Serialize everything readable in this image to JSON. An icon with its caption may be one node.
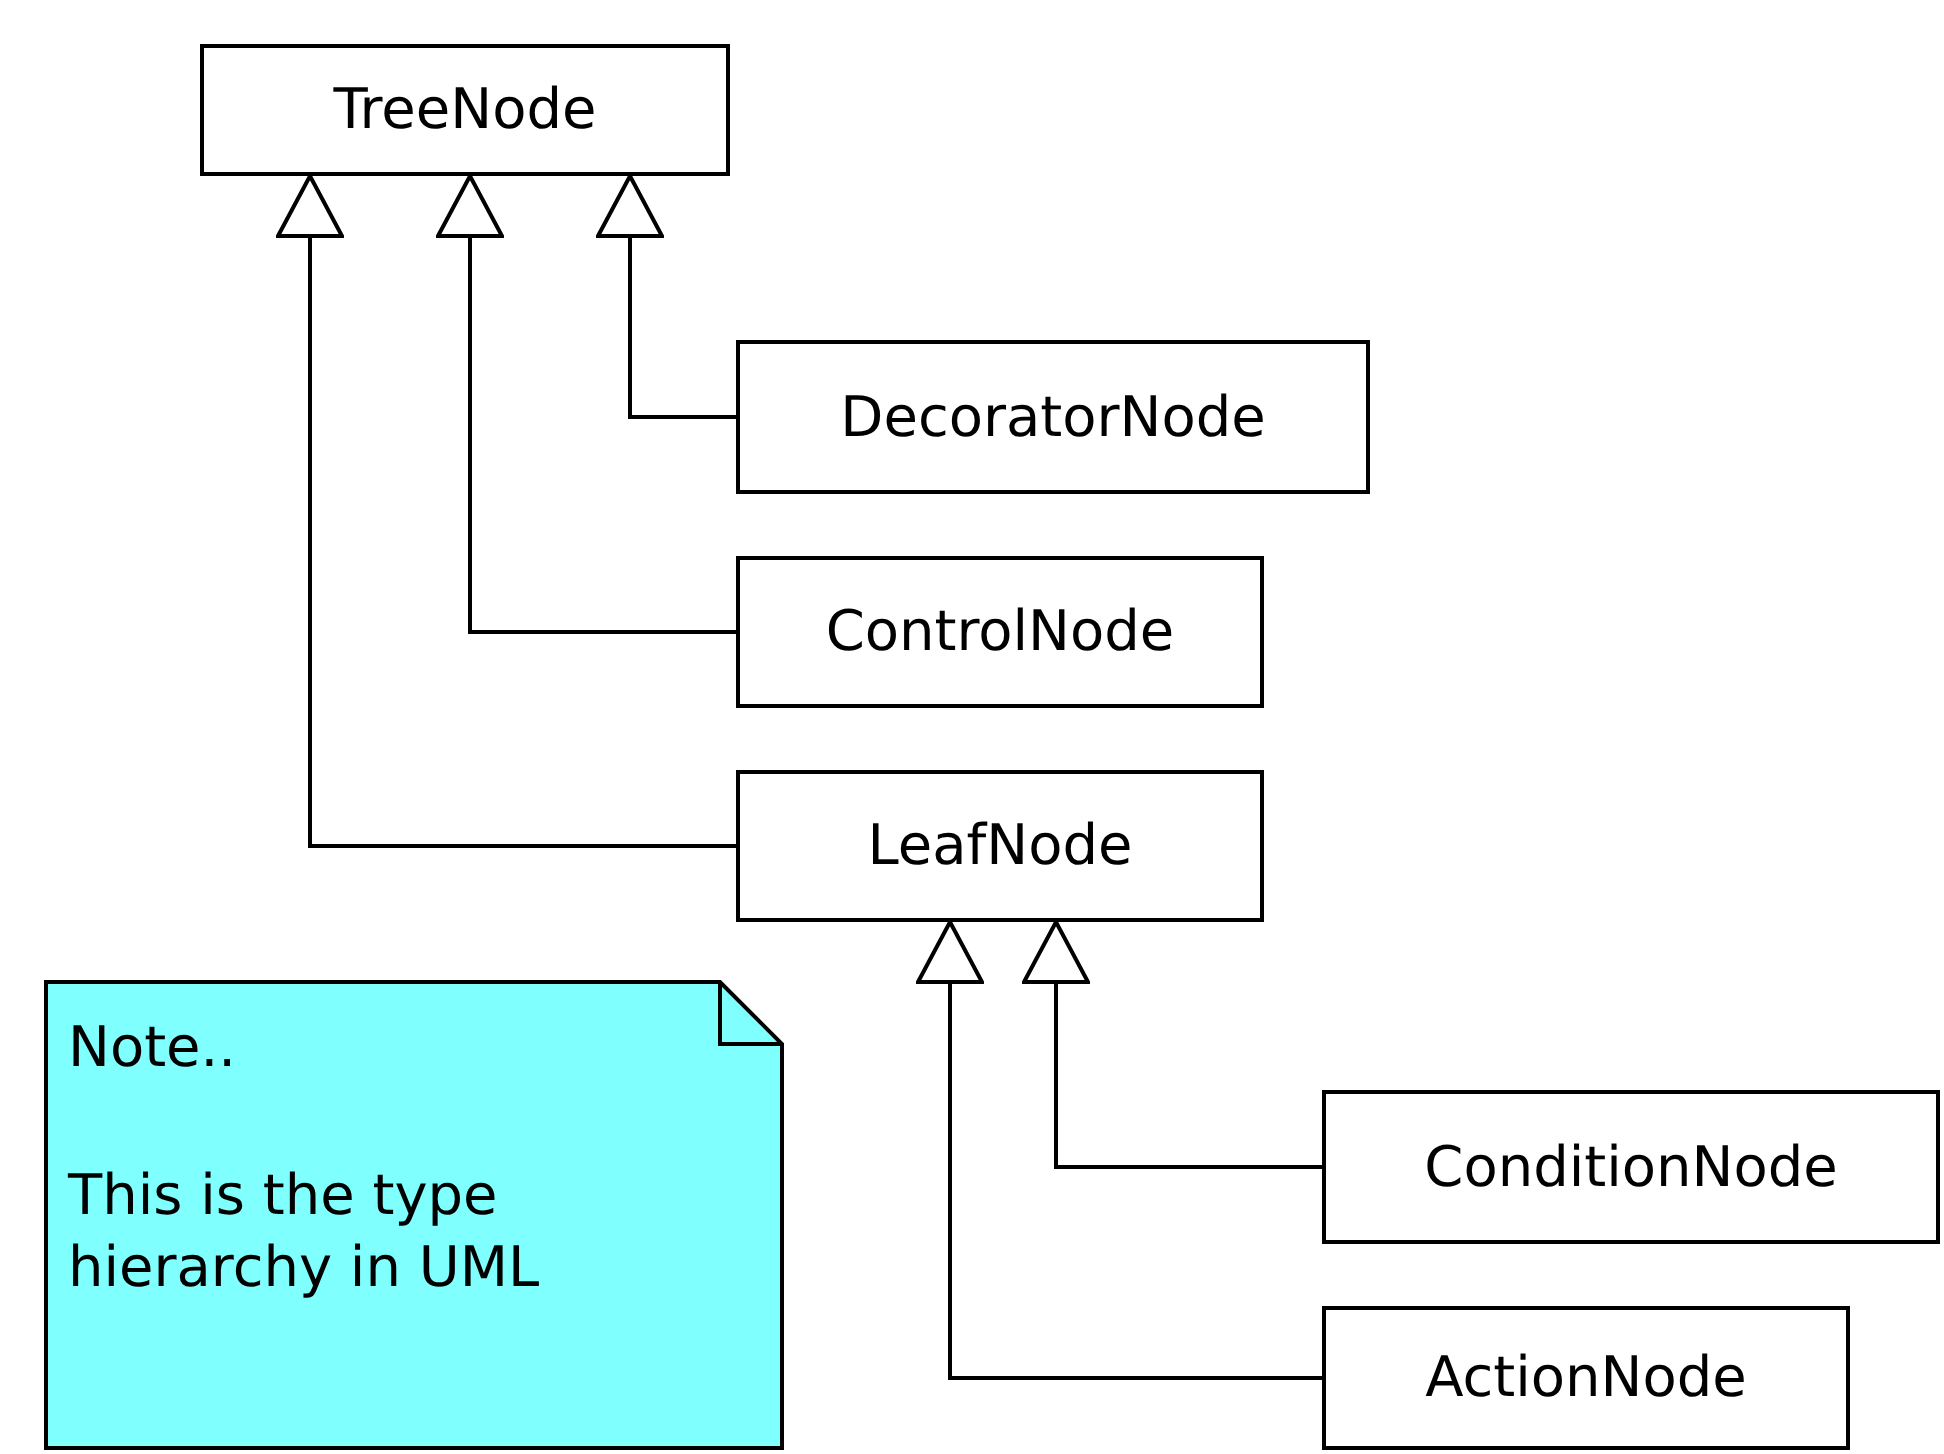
{
  "diagram": {
    "nodes": [
      {
        "text": [
          "TreeNode"
        ]
      },
      {
        "text": [
          "DecoratorNode"
        ]
      },
      {
        "text": [
          "ControlNode"
        ]
      },
      {
        "text": [
          "LeafNode"
        ]
      },
      {
        "text": [
          "Note..",
          "This is the type hierarchy in UML"
        ]
      },
      {
        "text": [
          "ConditionNode"
        ]
      },
      {
        "text": [
          "ActionNode"
        ]
      }
    ],
    "edges": [
      {
        "from": 1,
        "to": 0,
        "arrow": "to"
      },
      {
        "from": 2,
        "to": 0,
        "arrow": "to"
      },
      {
        "from": 3,
        "to": 0,
        "arrow": "to"
      },
      {
        "from": 5,
        "to": 3,
        "arrow": "to"
      },
      {
        "from": 6,
        "to": 3,
        "arrow": "to"
      }
    ]
  }
}
